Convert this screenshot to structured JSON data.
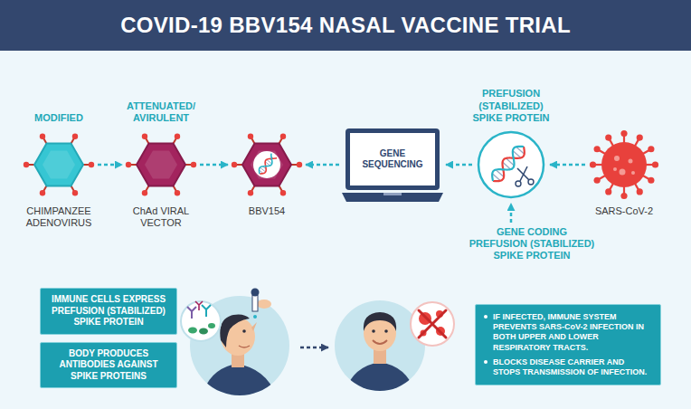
{
  "diagram": {
    "title": "COVID-19 BBV154 NASAL VACCINE TRIAL",
    "nodes": [
      {
        "text": [
          "MODIFIED",
          "CHIMPANZEE ADENOVIRUS"
        ]
      },
      {
        "text": [
          "ATTENUATED/ AVIRULENT",
          "ChAd VIRAL VECTOR"
        ]
      },
      {
        "text": [
          "BBV154"
        ]
      },
      {
        "text": [
          "GENE SEQUENCING"
        ]
      },
      {
        "text": [
          "PREFUSION (STABILIZED) SPIKE PROTEIN"
        ]
      },
      {
        "text": [
          "SARS-CoV-2"
        ]
      },
      {
        "text": [
          "IMMUNE CELLS EXPRESS PREFUSION (STABILIZED) SPIKE PROTEIN"
        ]
      },
      {
        "text": [
          "BODY PRODUCES ANTIBODIES AGAINST SPIKE PROTEINS"
        ]
      },
      {
        "text": [
          "IF INFECTED, IMMUNE SYSTEM PREVENTS SARS-CoV-2 INFECTION IN BOTH UPPER AND LOWER RESPIRATORY TRACTS.",
          "BLOCKS DISEASE CARRIER AND STOPS TRANSMISSION OF INFECTION."
        ]
      }
    ],
    "edges": [
      {
        "from": 0,
        "to": 1,
        "arrow": "to"
      },
      {
        "from": 1,
        "to": 2,
        "arrow": "to"
      },
      {
        "from": 3,
        "to": 2,
        "arrow": "to"
      },
      {
        "from": 4,
        "to": 3,
        "arrow": "to"
      },
      {
        "from": 5,
        "to": 4,
        "arrow": "to"
      }
    ],
    "labels": [
      "GENE CODING PREFUSION (STABILIZED) SPIKE PROTEIN"
    ]
  }
}
